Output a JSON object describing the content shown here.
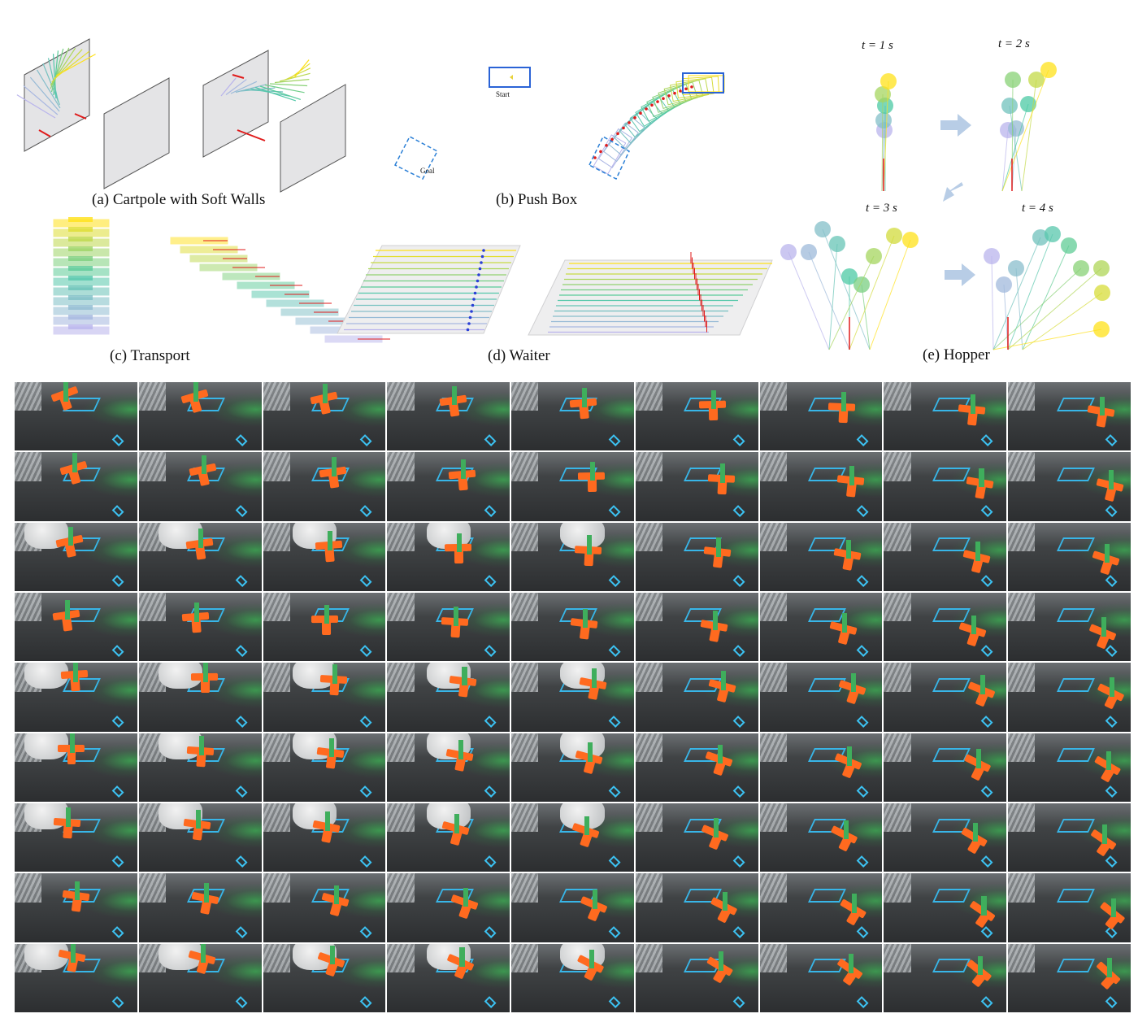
{
  "figure": {
    "captions": {
      "cartpole": "(a) Cartpole with Soft Walls",
      "pushbox": "(b) Push Box",
      "transport": "(c) Transport",
      "waiter": "(d) Waiter",
      "hopper": "(e) Hopper"
    },
    "pushbox_labels": {
      "start": "Start",
      "goal": "Goal"
    },
    "hopper_time_labels": [
      "t = 1 s",
      "t = 2 s",
      "t = 3 s",
      "t = 4 s"
    ],
    "colors": {
      "trajectory_start": "#b9b4ec",
      "trajectory_mid": "#4cc9a4",
      "trajectory_end": "#ffe119",
      "force_arrow": "#e01b1b",
      "wall_fill": "#e3e3e5",
      "goal_box": "#2a7fd6",
      "block_orange": "#ff6a1f",
      "outline_cyan": "#38b6e8"
    }
  },
  "photo_grid": {
    "rows": 9,
    "columns": 9,
    "description_icon": "robot-push-t-frame"
  }
}
